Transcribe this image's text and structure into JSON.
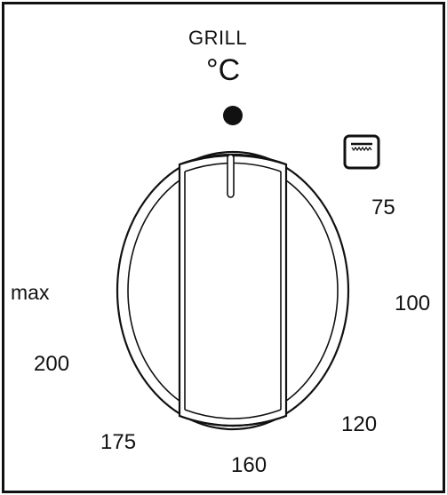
{
  "header": {
    "mode_label": "GRILL",
    "unit_label": "°C"
  },
  "scale": {
    "labels": [
      "75",
      "100",
      "120",
      "160",
      "175",
      "200",
      "max"
    ]
  },
  "icons": {
    "off_marker": "filled-dot-indicator",
    "oven_symbol": "oven-top-heat-icon"
  },
  "colors": {
    "ink": "#111111",
    "background": "#ffffff"
  }
}
